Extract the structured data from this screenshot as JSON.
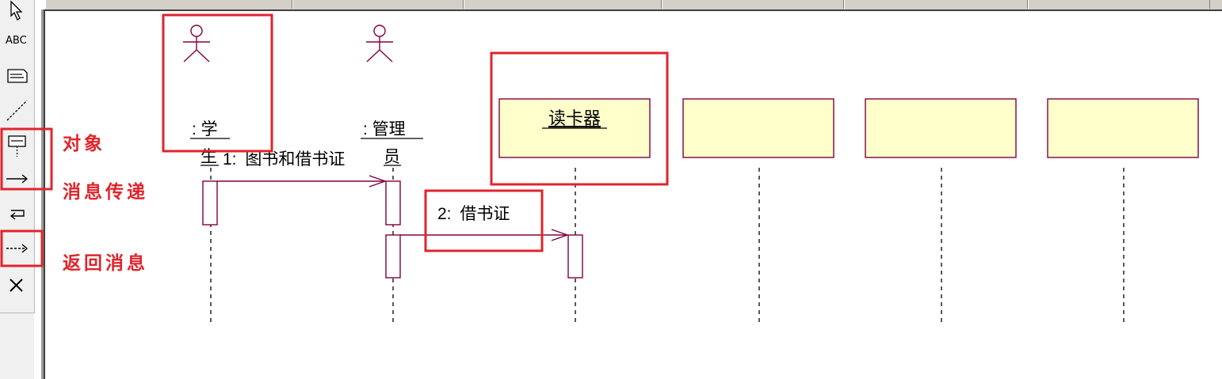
{
  "toolbar": {
    "tools": [
      {
        "name": "select-arrow-tool",
        "icon": "select-arrow-icon"
      },
      {
        "name": "text-tool",
        "icon": "text-icon",
        "label": "ABC"
      },
      {
        "name": "note-tool",
        "icon": "note-icon"
      },
      {
        "name": "anchor-line-tool",
        "icon": "dashed-line-icon"
      },
      {
        "name": "object-tool",
        "icon": "object-lifeline-icon"
      },
      {
        "name": "message-tool",
        "icon": "message-arrow-icon"
      },
      {
        "name": "self-message-tool",
        "icon": "self-message-icon"
      },
      {
        "name": "return-message-tool",
        "icon": "return-message-icon"
      },
      {
        "name": "destruction-tool",
        "icon": "destruction-x-icon"
      }
    ]
  },
  "annotations": {
    "object": "对象",
    "message_passing": "消息传递",
    "return_message": "返回消息"
  },
  "diagram": {
    "actors": [
      {
        "name_line1": ": 学",
        "name_line2": "生"
      },
      {
        "name_line1": ": 管理",
        "name_line2": "员"
      }
    ],
    "objects": [
      {
        "name": "读卡器"
      },
      {
        "name": ""
      },
      {
        "name": ""
      },
      {
        "name": ""
      }
    ],
    "messages": [
      {
        "number": "1:",
        "text": "图书和借书证"
      },
      {
        "number": "2:",
        "text": "借书证"
      }
    ]
  },
  "colors": {
    "highlight_box": "#e0242c",
    "diagram_line": "#800040",
    "object_fill": "#ffffcc"
  }
}
